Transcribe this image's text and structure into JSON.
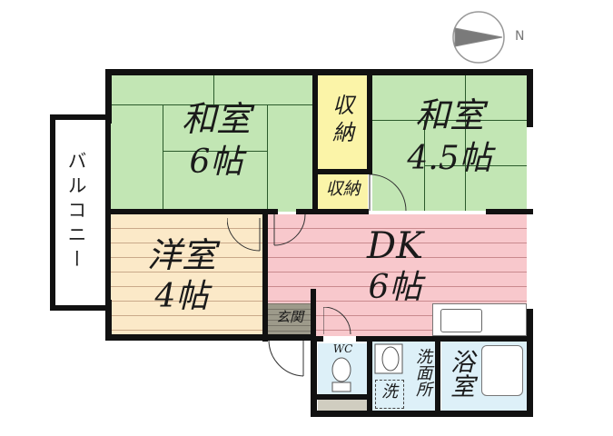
{
  "compass": {
    "label": "N",
    "icon": "north-arrow-icon"
  },
  "colors": {
    "washitsu": "#c2e6b4",
    "storage": "#fbf4a8",
    "youshitsu": "#fbe9c8",
    "dk": "#f8c8cc",
    "genkan": "#c8c6bc",
    "wet": "#ddf0f8",
    "wall": "#111111"
  },
  "rooms": {
    "washitsu6": {
      "name": "和室",
      "size": "6帖"
    },
    "storage_top": {
      "name_line1": "収",
      "name_line2": "納"
    },
    "storage_small": {
      "name": "収納"
    },
    "washitsu45": {
      "name": "和室",
      "size": "4.5帖"
    },
    "balcony": {
      "name": "バルコニー"
    },
    "youshitsu": {
      "name": "洋室",
      "size": "4帖"
    },
    "dk": {
      "name": "DK",
      "size": "6帖"
    },
    "genkan": {
      "name": "玄関"
    },
    "wc": {
      "name": "WC"
    },
    "washroom": {
      "name": "洗面所",
      "washer": "洗"
    },
    "bath": {
      "name": "浴室"
    }
  }
}
